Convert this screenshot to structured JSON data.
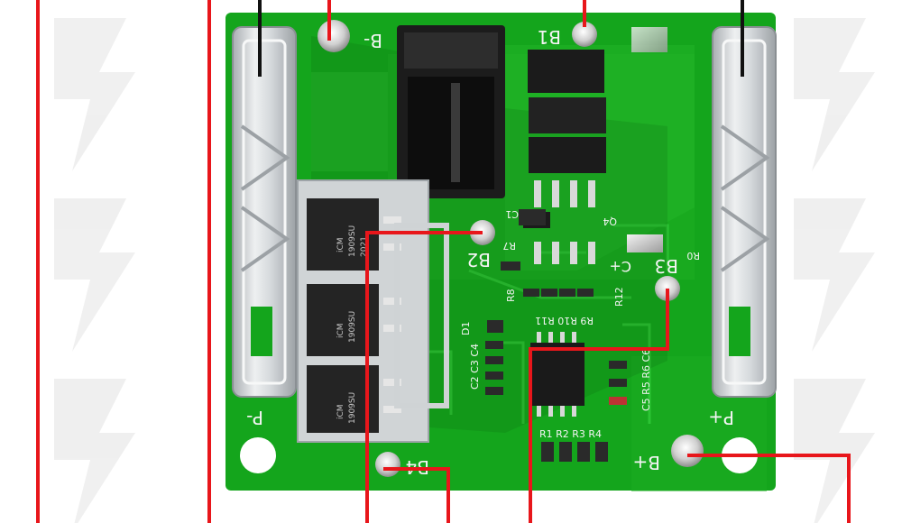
{
  "pcb": {
    "board_color": "#14a51c",
    "trace_color": "#2fc636",
    "labels": {
      "b_minus": "B-",
      "b1": "B1",
      "b2": "B2",
      "b3": "B3",
      "b4": "B4",
      "b_plus": "B+",
      "p_minus": "P-",
      "p_plus": "P+",
      "c_plus": "C+",
      "q4": "Q4",
      "r0": "R0",
      "r12": "R12",
      "r9_r10_r11": "R9 R10 R11",
      "c2_c3_c4": "C2 C3 C4",
      "c5_r5_r6_c6": "C5 R5 R6 C6",
      "r1_r2_r3_r4": "R1 R2 R3 R4",
      "d1": "D1",
      "r7": "R7",
      "r8": "R8",
      "c1": "C1"
    },
    "mosfet": {
      "brand": "iCM",
      "part": "1909SU",
      "date": "2021"
    }
  },
  "leader_line_color": "#e8161b"
}
